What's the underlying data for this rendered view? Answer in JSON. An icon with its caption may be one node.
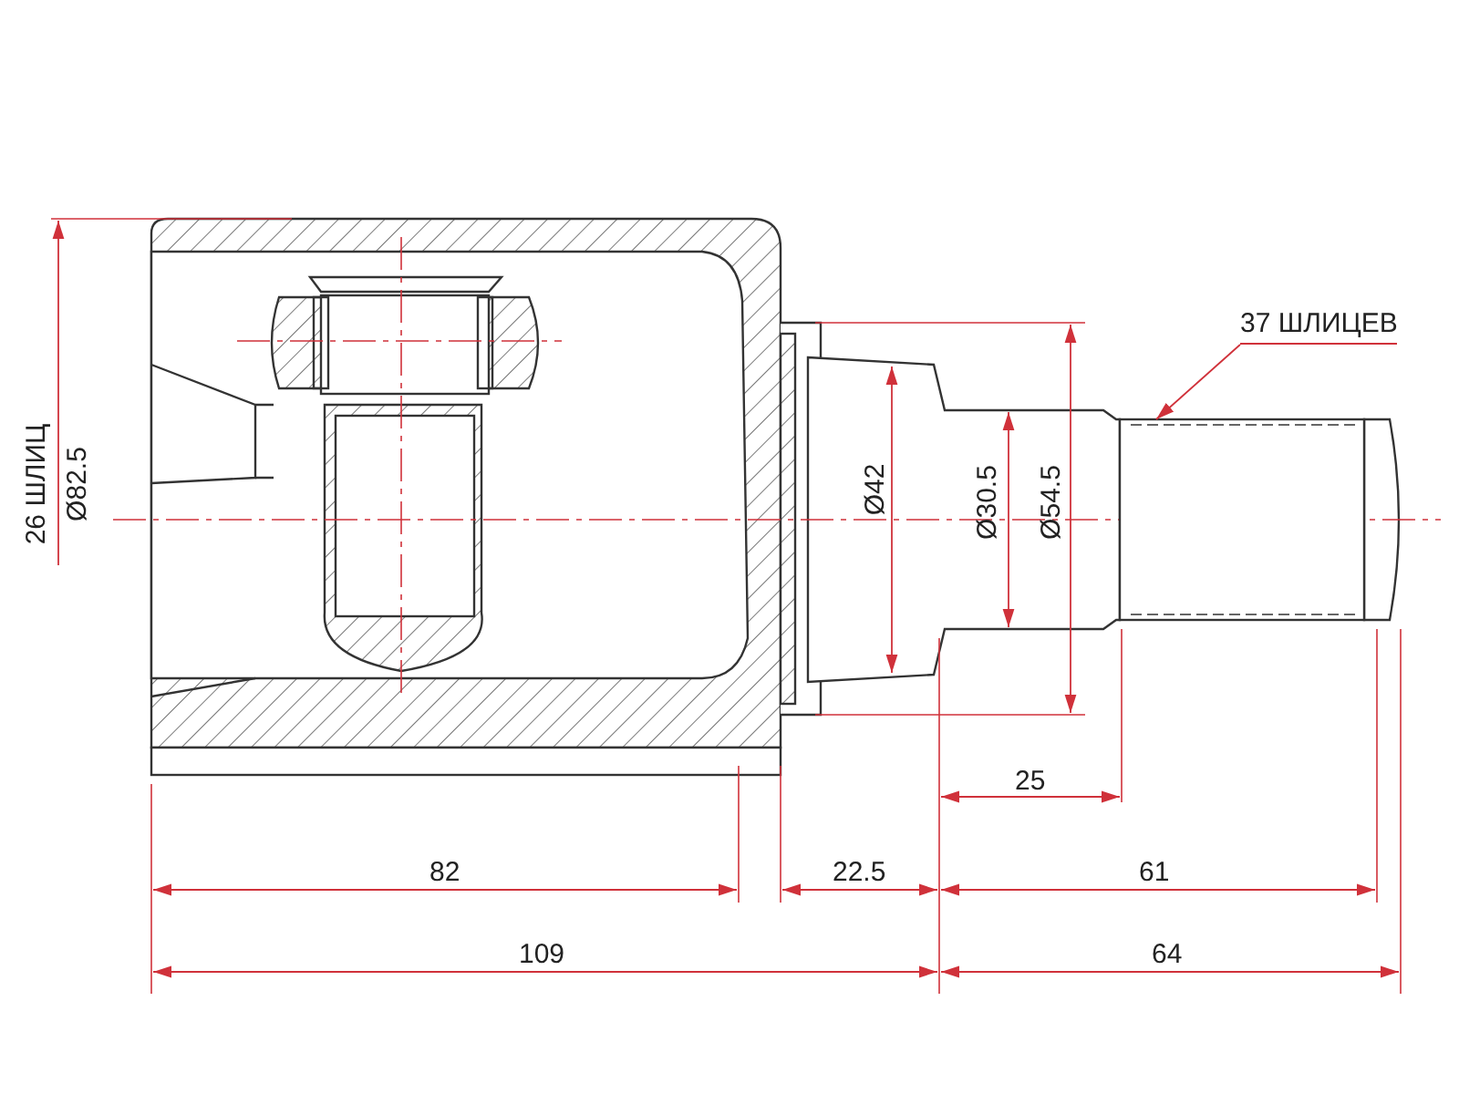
{
  "diagram": {
    "nodes": [
      {
        "text": [
          "37 ШЛИЦЕВ"
        ]
      },
      {
        "text": [],
        "shape": "picture"
      }
    ],
    "edges": [
      {
        "from": 0,
        "to": 1,
        "arrow": "to"
      }
    ],
    "labels": [
      "26 ШЛИЦ",
      "Ø82.5",
      "Ø42",
      "Ø30.5",
      "Ø54.5",
      "25",
      "82",
      "22.5",
      "61",
      "109",
      "64"
    ]
  }
}
